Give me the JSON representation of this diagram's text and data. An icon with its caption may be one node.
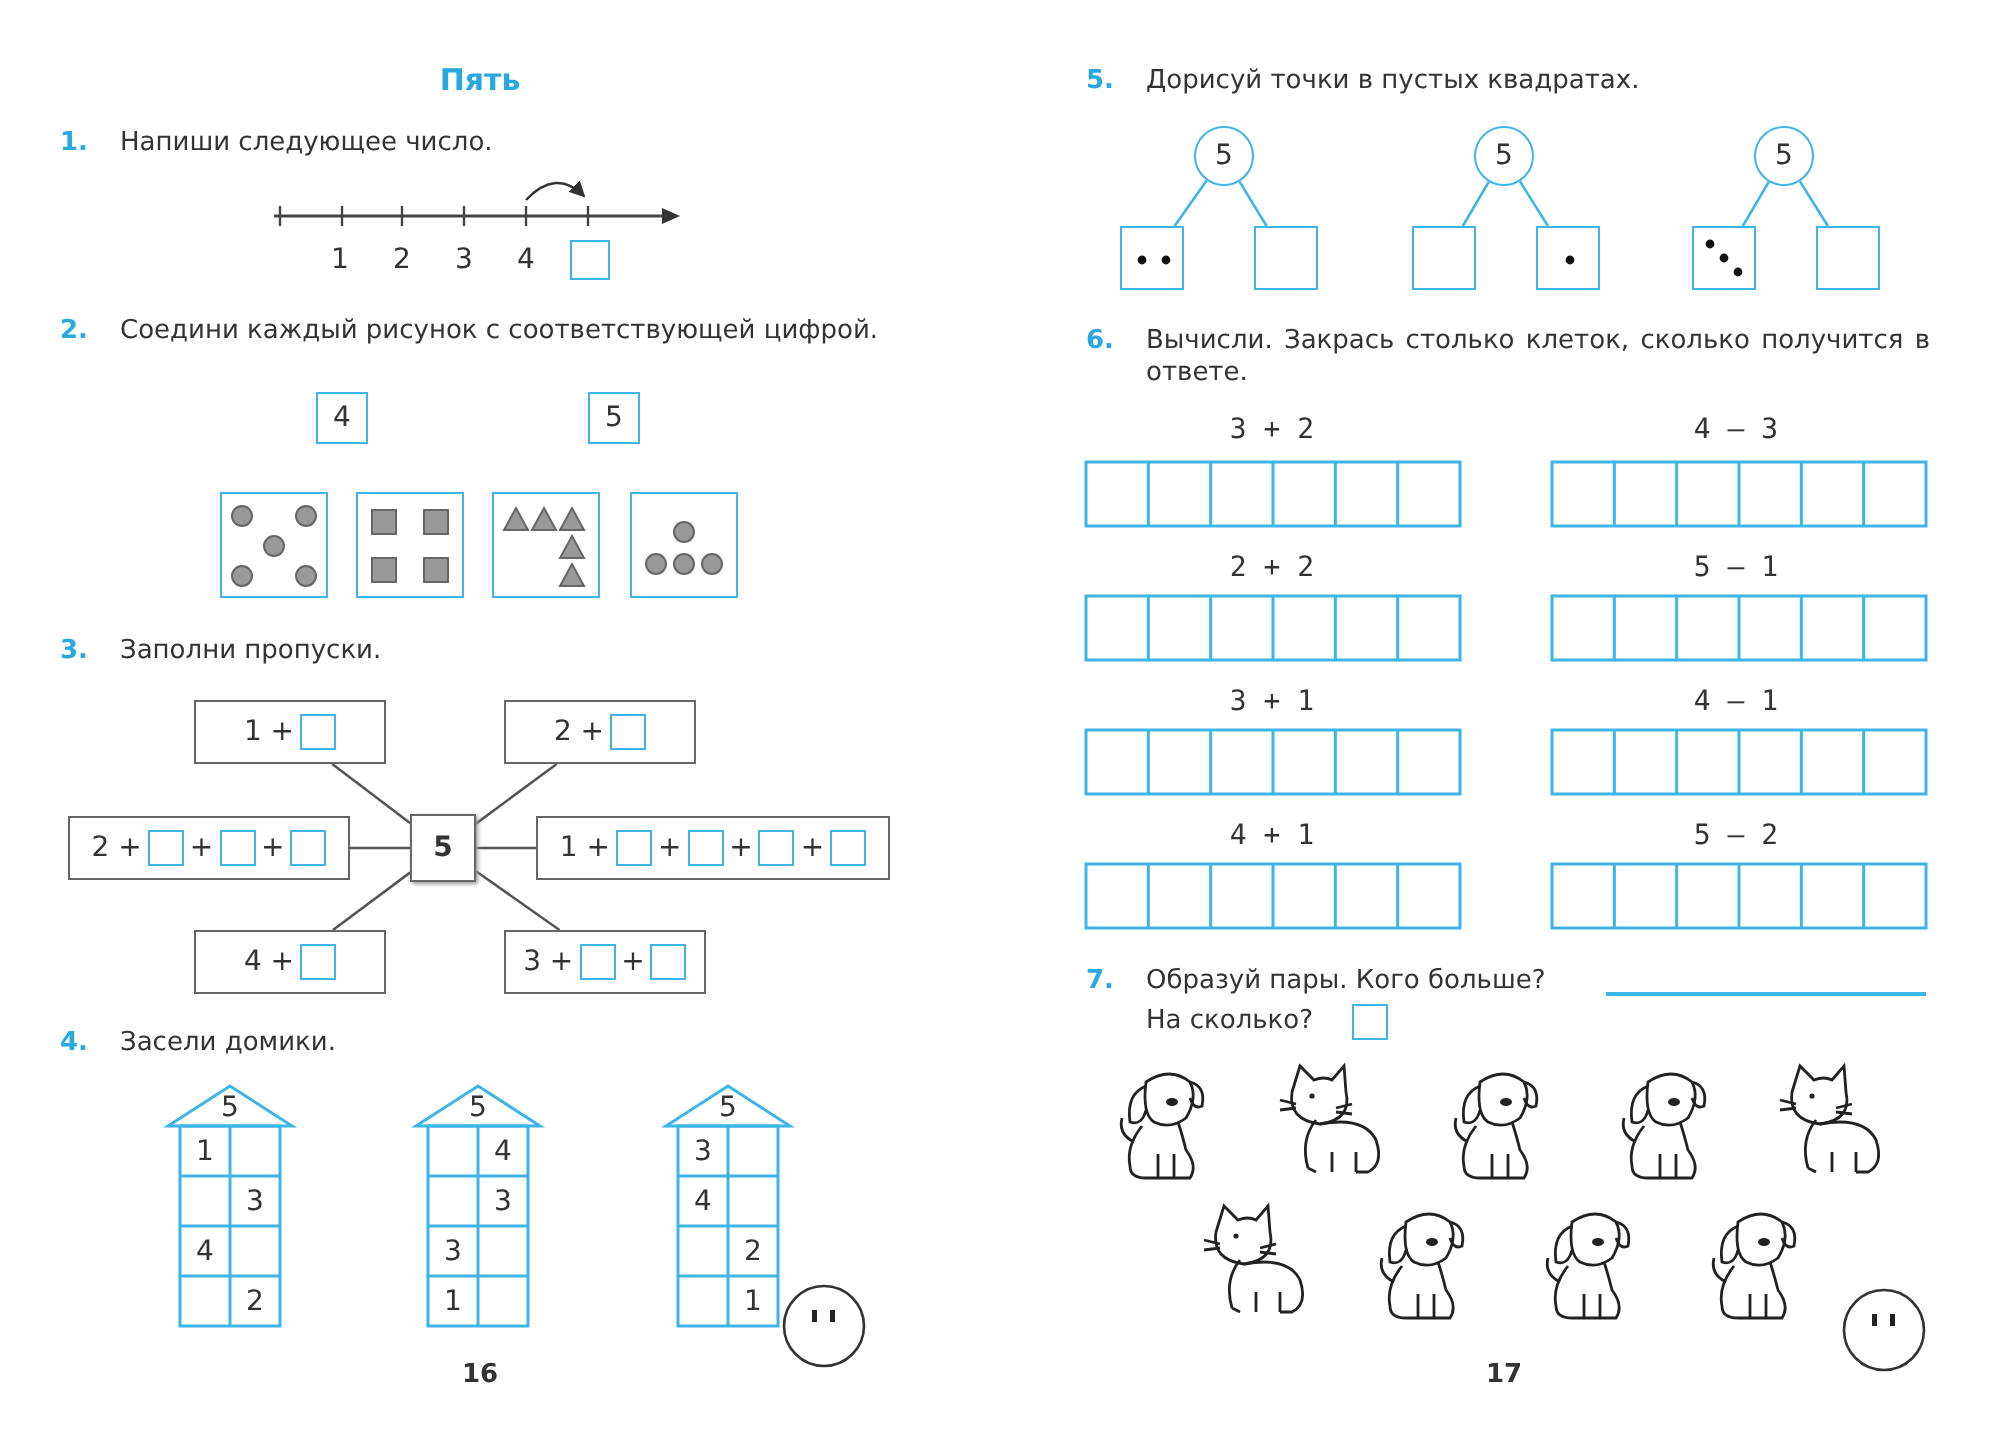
{
  "diagram": {
    "title": "Пять",
    "nodes": [
      {
        "text": [
          "4"
        ]
      },
      {
        "text": [
          "5"
        ]
      },
      {
        "text": [],
        "shape": "box"
      },
      {
        "text": [],
        "shape": "box"
      },
      {
        "text": [],
        "shape": "box"
      },
      {
        "text": [],
        "shape": "box"
      },
      {
        "text": [
          "1 +"
        ]
      },
      {
        "text": [
          "2 +"
        ]
      },
      {
        "text": [
          "2 +",
          "+",
          "+"
        ]
      },
      {
        "text": [
          "5"
        ]
      },
      {
        "text": [
          "1 +",
          "+",
          "+",
          "+"
        ]
      },
      {
        "text": [
          "4 +"
        ]
      },
      {
        "text": [
          "3 +",
          "+"
        ]
      },
      {
        "text": [
          "5"
        ]
      },
      {
        "text": [],
        "shape": "box"
      },
      {
        "text": [],
        "shape": "box"
      },
      {
        "text": [
          "5"
        ]
      },
      {
        "text": [],
        "shape": "box"
      },
      {
        "text": [],
        "shape": "box"
      },
      {
        "text": [
          "5"
        ]
      },
      {
        "text": [],
        "shape": "box"
      },
      {
        "text": [],
        "shape": "box"
      }
    ],
    "edges": [
      {
        "from": 9,
        "to": 6,
        "arrow": "none"
      },
      {
        "from": 9,
        "to": 7,
        "arrow": "none"
      },
      {
        "from": 9,
        "to": 8,
        "arrow": "none"
      },
      {
        "from": 9,
        "to": 10,
        "arrow": "none"
      },
      {
        "from": 9,
        "to": 11,
        "arrow": "none"
      },
      {
        "from": 9,
        "to": 12,
        "arrow": "none"
      },
      {
        "from": 13,
        "to": 14,
        "arrow": "none",
        "color": "#3db5e6"
      },
      {
        "from": 13,
        "to": 15,
        "arrow": "none",
        "color": "#3db5e6"
      },
      {
        "from": 16,
        "to": 17,
        "arrow": "none",
        "color": "#3db5e6"
      },
      {
        "from": 16,
        "to": 18,
        "arrow": "none",
        "color": "#3db5e6"
      },
      {
        "from": 19,
        "to": 20,
        "arrow": "none",
        "color": "#3db5e6"
      },
      {
        "from": 19,
        "to": 21,
        "arrow": "none",
        "color": "#3db5e6"
      }
    ],
    "labels": [
      "1.",
      "Напиши следующее число.",
      "1",
      "2",
      "3",
      "4",
      "2.",
      "Соедини каждый рисунок с соответствующей цифрой.",
      "3.",
      "Заполни пропуски.",
      "4.",
      "Засели домики.",
      "5",
      "1",
      "3",
      "4",
      "2",
      "5",
      "4",
      "3",
      "3",
      "1",
      "5",
      "3",
      "4",
      "2",
      "1",
      "16",
      "5.",
      "Дорисуй точки в пустых квадратах.",
      "6.",
      "Вычисли. Закрась столько клеток, сколько получится в ответе.",
      "3 + 2",
      "4 – 3",
      "2 + 2",
      "5 – 1",
      "3 + 1",
      "4 – 1",
      "4 + 1",
      "5 – 2",
      "7.",
      "Образуй пары. Кого больше?",
      "На сколько?",
      "17"
    ]
  }
}
